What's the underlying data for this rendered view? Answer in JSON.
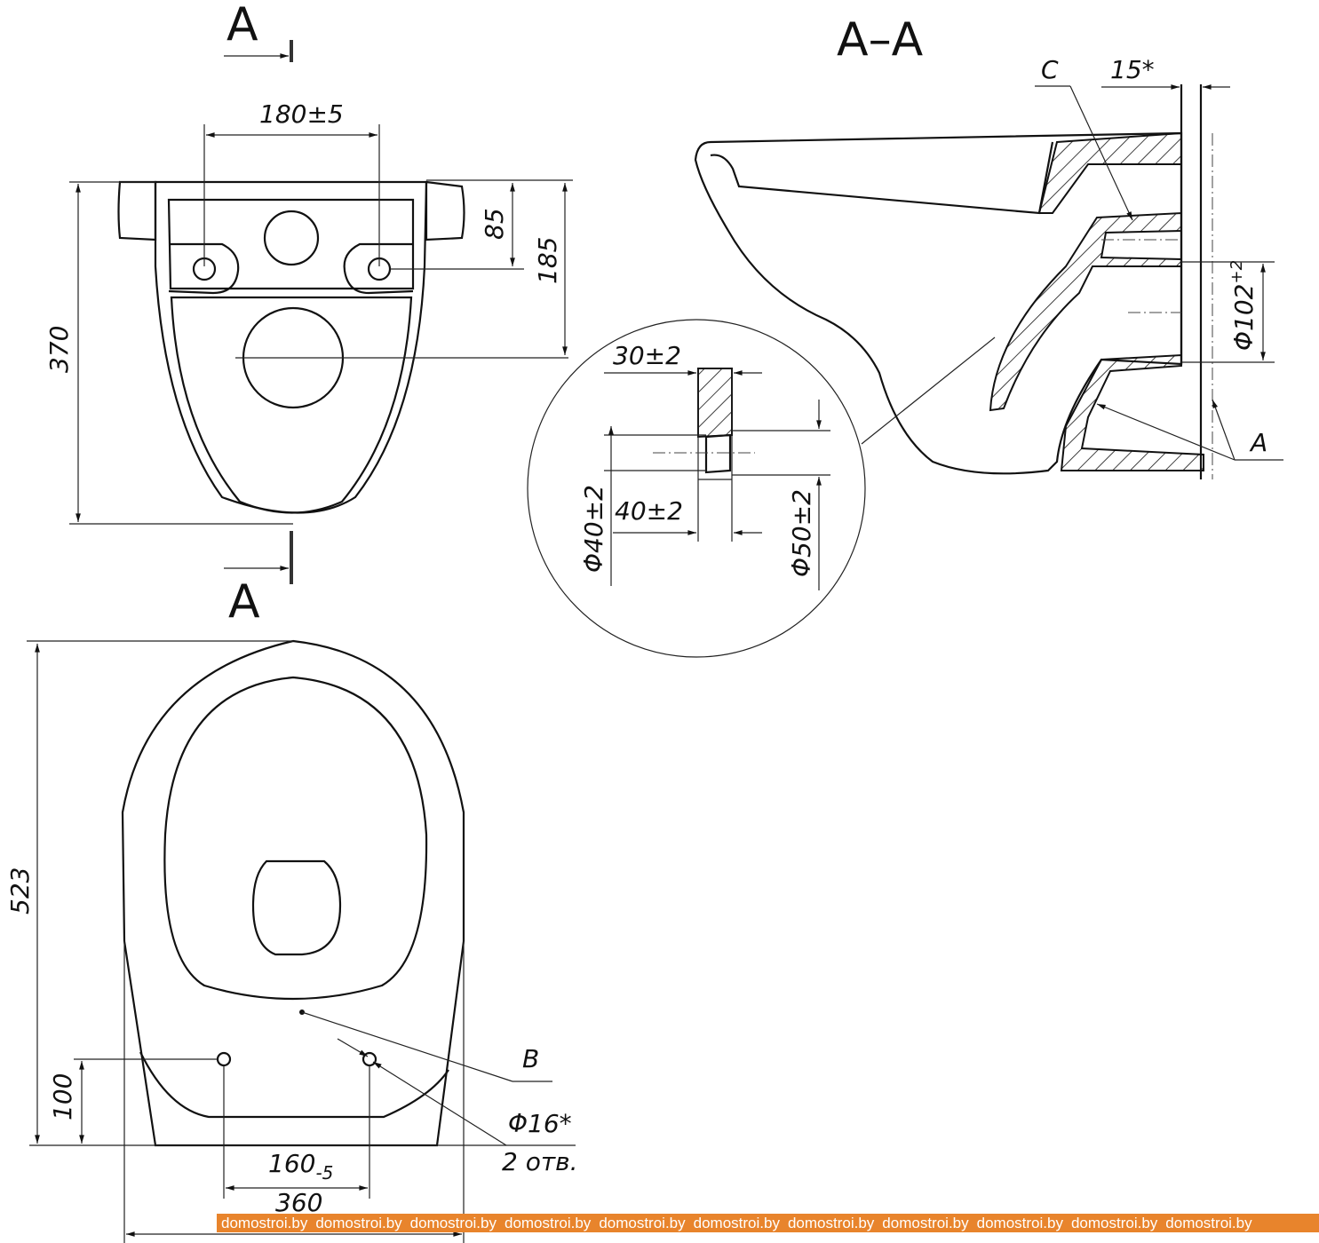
{
  "section_marks": {
    "top": "A",
    "bottom": "A",
    "section_title": "A–A"
  },
  "back_view": {
    "holes_spacing": "180±5",
    "hole_height": "85",
    "outlet_height": "185",
    "overall_height": "370"
  },
  "section_view": {
    "callout_c": "C",
    "wall_offset": "15*",
    "outlet_diameter": "Φ102",
    "outlet_tolerance": "+2",
    "callout_a": "A"
  },
  "detail": {
    "depth_top": "30±2",
    "depth_bottom": "40±2",
    "inner_diameter": "Φ40±2",
    "outer_diameter": "Φ50±2"
  },
  "top_view": {
    "overall_length": "523",
    "hole_offset": "100",
    "hole_spacing": "160",
    "hole_spacing_tol": "-5",
    "overall_width": "360",
    "callout_b": "B",
    "hole_diameter": "Φ16*",
    "hole_count": "2 отв."
  },
  "watermark": {
    "text": "domostroi.by",
    "repeat": 11,
    "color": "#e8842c"
  }
}
